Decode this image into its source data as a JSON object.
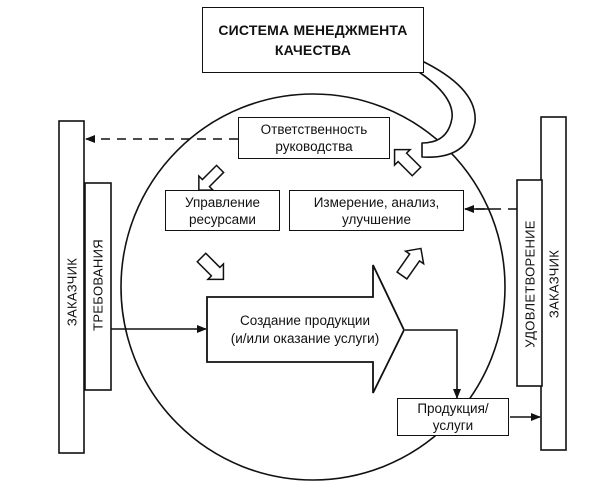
{
  "diagram": {
    "title_box": {
      "line1": "СИСТЕМА МЕНЕДЖМЕНТА",
      "line2": "КАЧЕСТВА"
    },
    "management_responsibility": {
      "line1": "Ответственность",
      "line2": "руководства"
    },
    "resource_management": {
      "line1": "Управление",
      "line2": "ресурсами"
    },
    "measurement_analysis": {
      "line1": "Измерение, анализ,",
      "line2": "улучшение"
    },
    "product_realization": {
      "line1": "Создание продукции",
      "line2": "(и/или оказание услуги)"
    },
    "product_output": {
      "line1": "Продукция/",
      "line2": "услуги"
    },
    "left_customer": {
      "label": "ЗАКАЗЧИК"
    },
    "left_requirements": {
      "label": "ТРЕБОВАНИЯ"
    },
    "right_satisfaction": {
      "label": "УДОВЛЕТВОРЕНИЕ"
    },
    "right_customer": {
      "label": "ЗАКАЗЧИК"
    },
    "colors": {
      "stroke": "#111111",
      "background": "#ffffff"
    }
  }
}
